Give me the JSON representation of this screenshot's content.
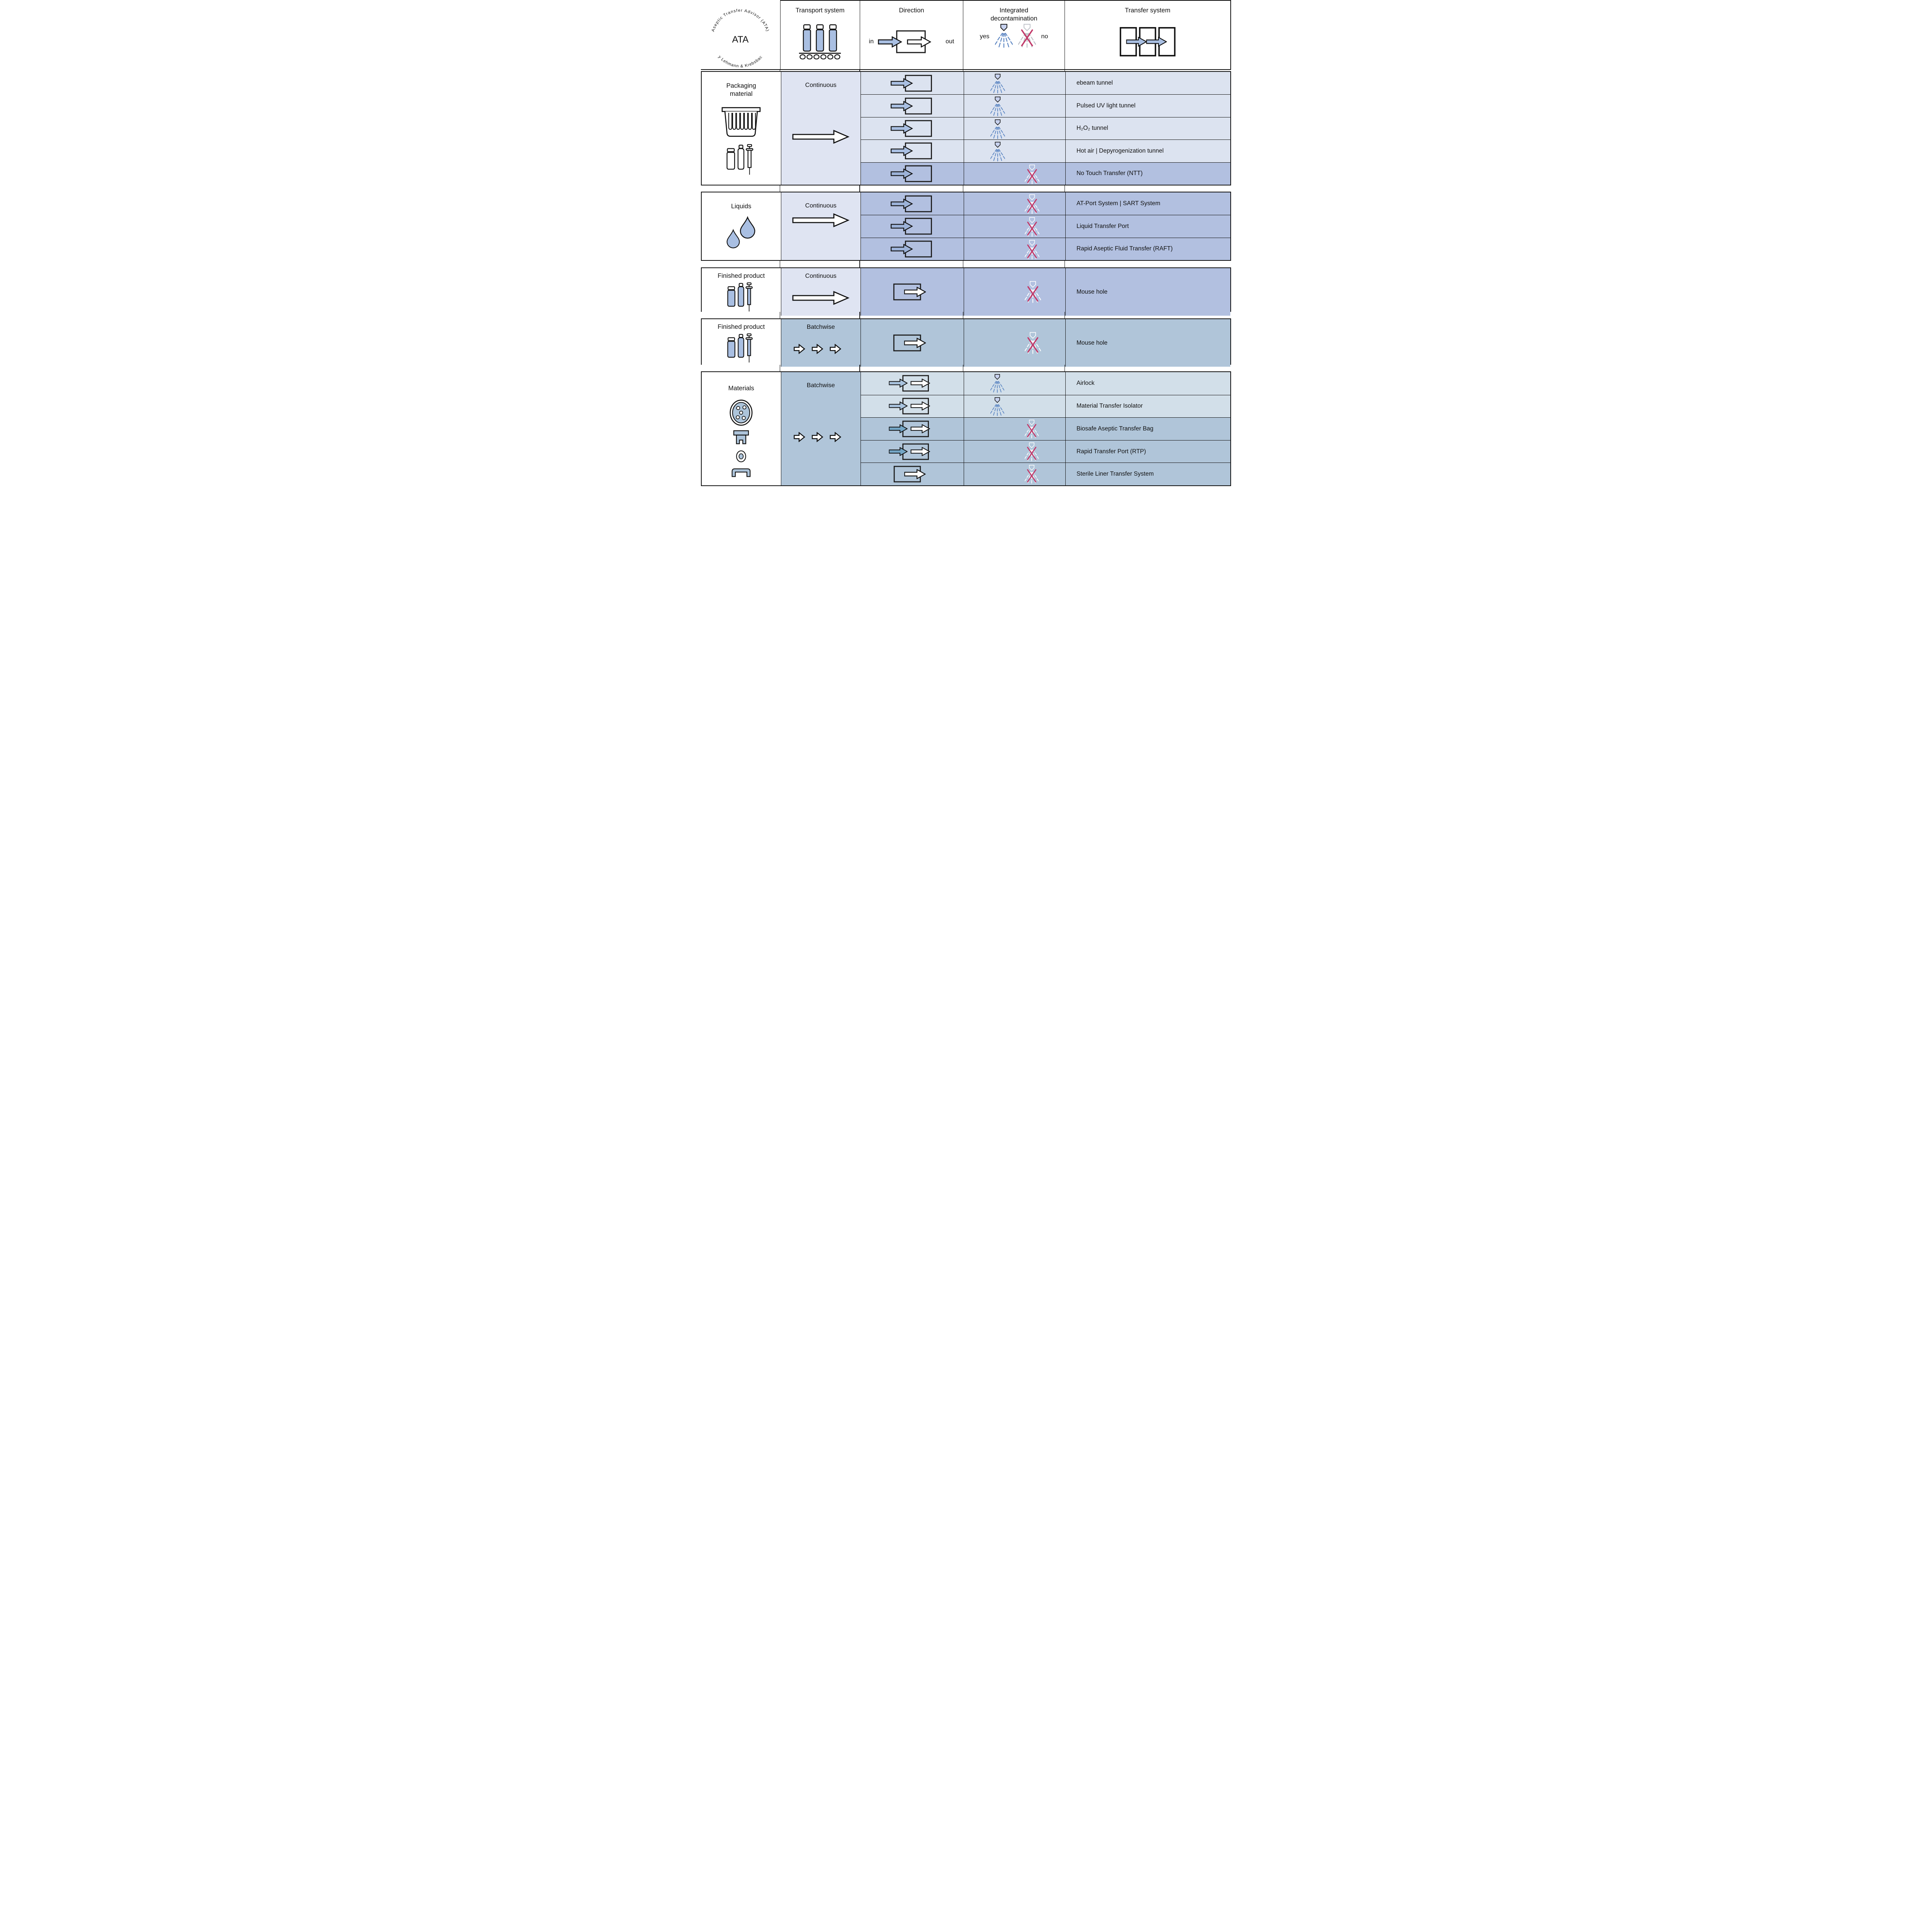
{
  "logo": {
    "arc_top": "Aseptic Transfer Advisor (ATA)",
    "center": "ATA",
    "arc_bottom": "by Lehmann & Krebsbach"
  },
  "header": {
    "transport": "Transport system",
    "direction": "Direction",
    "direction_in": "in",
    "direction_out": "out",
    "decontamination": "Integrated decontamination",
    "decon_yes": "yes",
    "decon_no": "no",
    "transfer": "Transfer system"
  },
  "groups": [
    {
      "label": "Packaging material",
      "transport_label": "Continuous",
      "transport_mode": "continuous",
      "rows": [
        {
          "transfer": "ebeam tunnel",
          "direction": "in",
          "decontamination": "yes"
        },
        {
          "transfer": "Pulsed UV light tunnel",
          "direction": "in",
          "decontamination": "yes"
        },
        {
          "transfer": "H₂O₂ tunnel",
          "direction": "in",
          "decontamination": "yes"
        },
        {
          "transfer": "Hot air | Depyrogenization tunnel",
          "direction": "in",
          "decontamination": "yes"
        },
        {
          "transfer": "No Touch Transfer (NTT)",
          "direction": "in",
          "decontamination": "no"
        }
      ]
    },
    {
      "label": "Liquids",
      "transport_label": "Continuous",
      "transport_mode": "continuous",
      "rows": [
        {
          "transfer": "AT-Port System | SART System",
          "direction": "in",
          "decontamination": "no"
        },
        {
          "transfer": "Liquid Transfer Port",
          "direction": "in",
          "decontamination": "no"
        },
        {
          "transfer": "Rapid Aseptic Fluid Transfer (RAFT)",
          "direction": "in",
          "decontamination": "no"
        }
      ]
    },
    {
      "label": "Finished product",
      "transport_label": "Continuous",
      "transport_mode": "continuous",
      "rows": [
        {
          "transfer": "Mouse hole",
          "direction": "out",
          "decontamination": "no"
        }
      ]
    },
    {
      "label": "Finished product",
      "transport_label": "Batchwise",
      "transport_mode": "batchwise",
      "rows": [
        {
          "transfer": "Mouse hole",
          "direction": "out",
          "decontamination": "no"
        }
      ]
    },
    {
      "label": "Materials",
      "transport_label": "Batchwise",
      "transport_mode": "batchwise",
      "rows": [
        {
          "transfer": "Airlock",
          "direction": "in-out",
          "decontamination": "yes"
        },
        {
          "transfer": "Material Transfer Isolator",
          "direction": "in-out",
          "decontamination": "yes"
        },
        {
          "transfer": "Biosafe Aseptic Transfer Bag",
          "direction": "in-out",
          "decontamination": "no"
        },
        {
          "transfer": "Rapid Transfer Port (RTP)",
          "direction": "in-out",
          "decontamination": "no"
        },
        {
          "transfer": "Sterile Liner Transfer System",
          "direction": "out",
          "decontamination": "no"
        }
      ]
    }
  ],
  "colors": {
    "row_lavender": "#dce3f0",
    "transport_lavender": "#dfe4f2",
    "row_periwinkle": "#b2c0e0",
    "row_steel": "#b0c5d9",
    "row_steel_light": "#d2dfe9",
    "arrow_blue": "#a9bfe2",
    "arrow_steel_blue": "#74a6c6",
    "spray_blue": "#5b85c2",
    "cross_magenta": "#c23a6a",
    "outline": "#111111"
  }
}
